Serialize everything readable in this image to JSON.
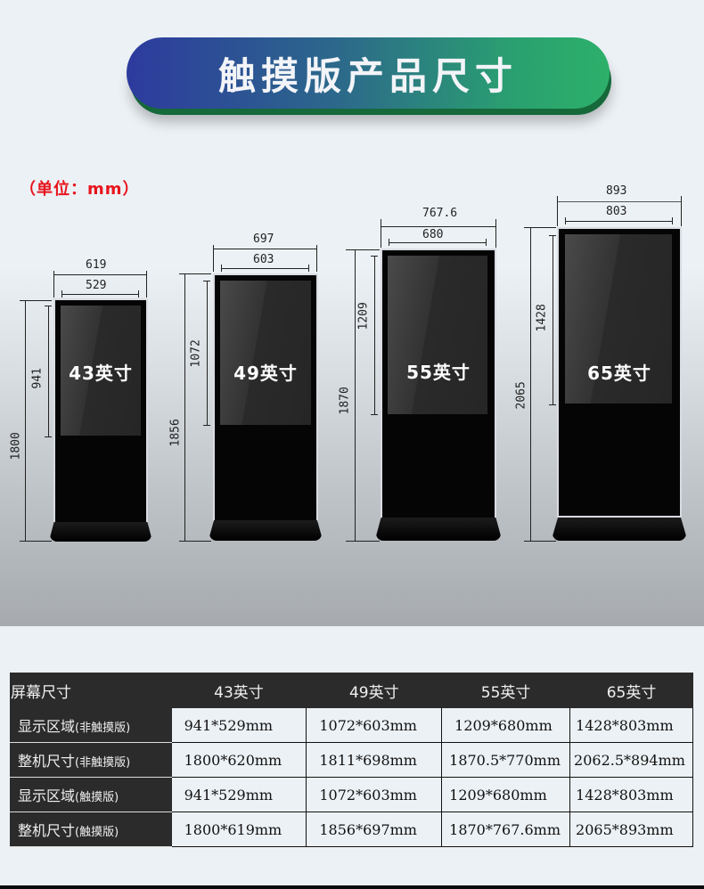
{
  "banner": {
    "title": "触摸版产品尺寸"
  },
  "unit_label": "（单位：mm）",
  "kiosks": [
    {
      "size_label": "43英寸",
      "total_width": "619",
      "screen_width": "529",
      "screen_height": "941",
      "total_height": "1800"
    },
    {
      "size_label": "49英寸",
      "total_width": "697",
      "screen_width": "603",
      "screen_height": "1072",
      "total_height": "1856"
    },
    {
      "size_label": "55英寸",
      "total_width": "767.6",
      "screen_width": "680",
      "screen_height": "1209",
      "total_height": "1870"
    },
    {
      "size_label": "65英寸",
      "total_width": "893",
      "screen_width": "803",
      "screen_height": "1428",
      "total_height": "2065"
    }
  ],
  "table": {
    "header": [
      "屏幕尺寸",
      "43英寸",
      "49英寸",
      "55英寸",
      "65英寸"
    ],
    "rows": [
      {
        "label": "显示区域",
        "sub": "(非触摸版)",
        "values": [
          "941*529mm",
          "1072*603mm",
          "1209*680mm",
          "1428*803mm"
        ]
      },
      {
        "label": "整机尺寸",
        "sub": "(非触摸版)",
        "values": [
          "1800*620mm",
          "1811*698mm",
          "1870.5*770mm",
          "2062.5*894mm"
        ]
      },
      {
        "label": "显示区域",
        "sub": "(触摸版)",
        "values": [
          "941*529mm",
          "1072*603mm",
          "1209*680mm",
          "1428*803mm"
        ]
      },
      {
        "label": "整机尺寸",
        "sub": "(触摸版)",
        "values": [
          "1800*619mm",
          "1856*697mm",
          "1870*767.6mm",
          "2065*893mm"
        ]
      }
    ]
  },
  "colors": {
    "banner_start": "#2d3a9e",
    "banner_end": "#2db06a",
    "unit_red": "#e8141c",
    "table_dark": "#2b2b2b"
  }
}
